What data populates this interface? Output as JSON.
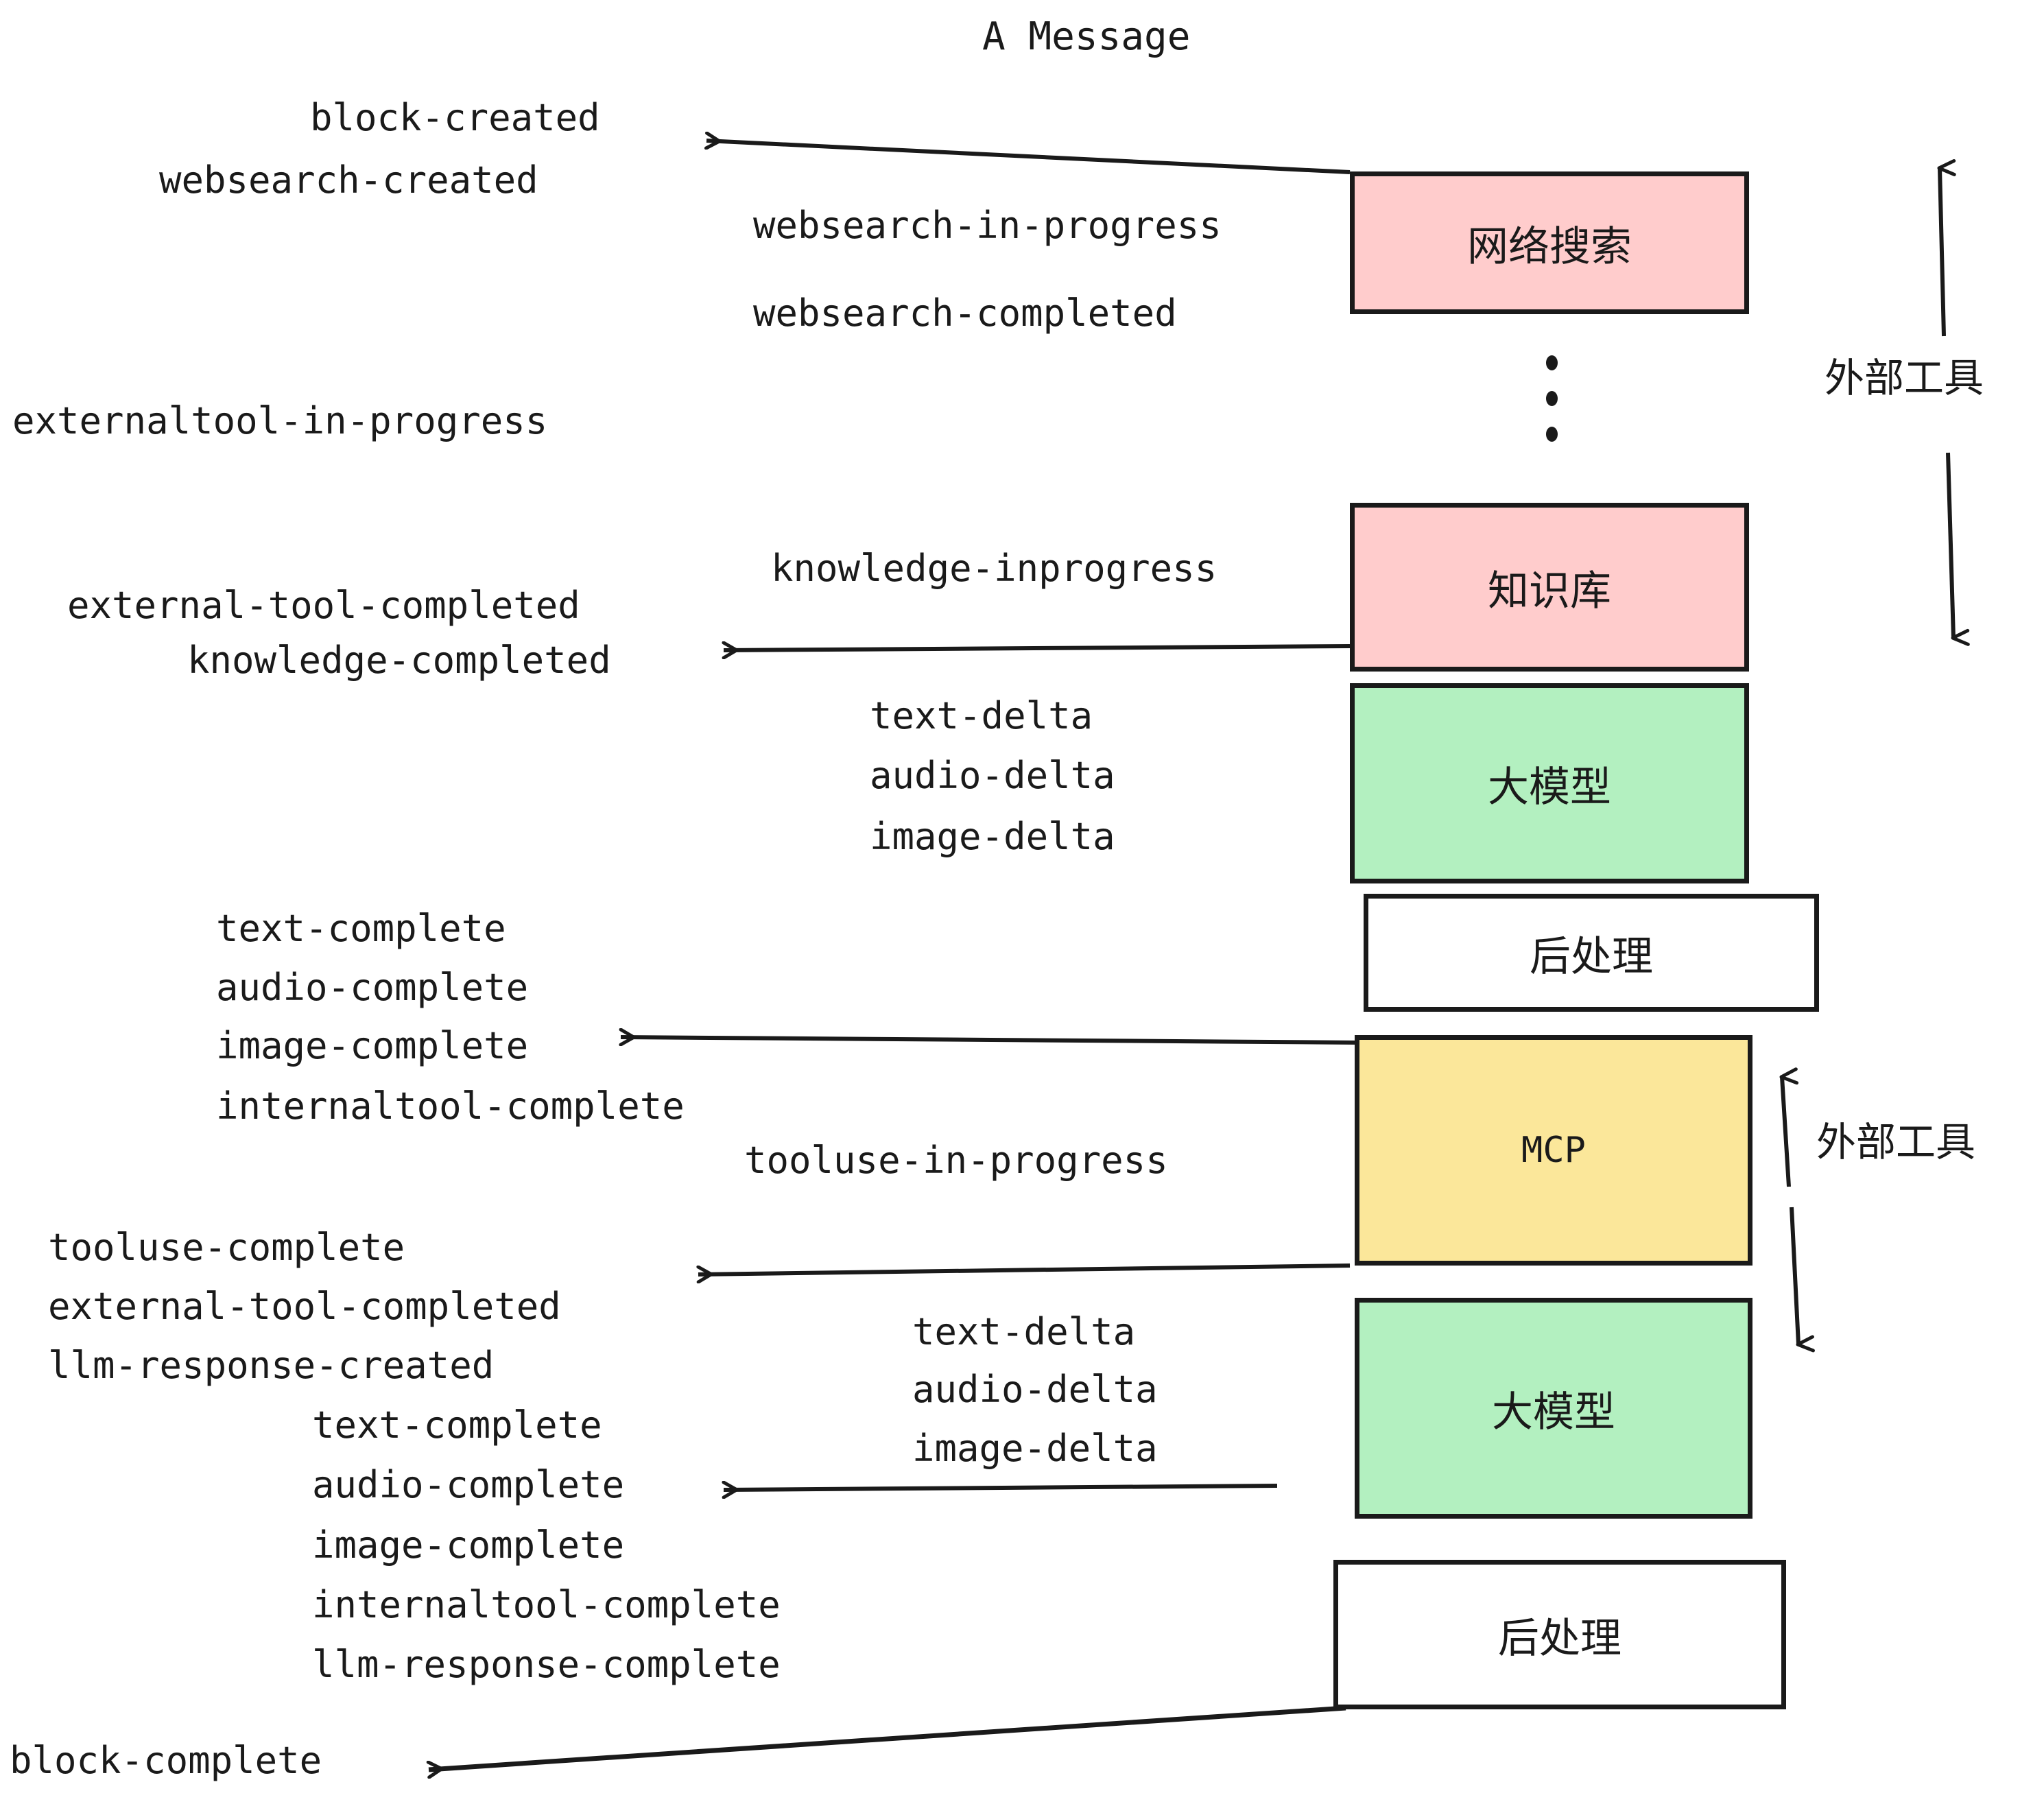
{
  "title": "A Message",
  "colors": {
    "external_tool_box": "#ffcccc",
    "llm_box": "#b3f0c0",
    "mcp_box": "#fbe79a",
    "postprocess_box": "#ffffff",
    "stroke": "#1a1a1a",
    "background": "#ffffff"
  },
  "boxes": [
    {
      "id": "websearch",
      "label": "网络搜索",
      "fill_key": "external_tool_box"
    },
    {
      "id": "knowledge",
      "label": "知识库",
      "fill_key": "external_tool_box"
    },
    {
      "id": "llm-upper",
      "label": "大模型",
      "fill_key": "llm_box"
    },
    {
      "id": "postprocess-upper",
      "label": "后处理",
      "fill_key": "postprocess_box"
    },
    {
      "id": "mcp",
      "label": "MCP",
      "fill_key": "mcp_box"
    },
    {
      "id": "llm-lower",
      "label": "大模型",
      "fill_key": "llm_box"
    },
    {
      "id": "postprocess-lower",
      "label": "后处理",
      "fill_key": "postprocess_box"
    }
  ],
  "side_annotations": [
    {
      "id": "external-tool-upper",
      "label": "外部工具"
    },
    {
      "id": "external-tool-lower",
      "label": "外部工具"
    }
  ],
  "events": {
    "block_created": "block-created",
    "websearch_created": "websearch-created",
    "websearch_in_progress": "websearch-in-progress",
    "websearch_completed": "websearch-completed",
    "externaltool_in_progress": "externaltool-in-progress",
    "knowledge_inprogress": "knowledge-inprogress",
    "external_tool_completed_1": "external-tool-completed",
    "knowledge_completed": "knowledge-completed",
    "text_delta_1": "text-delta",
    "audio_delta_1": "audio-delta",
    "image_delta_1": "image-delta",
    "text_complete_1": "text-complete",
    "audio_complete_1": "audio-complete",
    "image_complete_1": "image-complete",
    "internaltool_complete_1": "internaltool-complete",
    "tooluse_in_progress": "tooluse-in-progress",
    "tooluse_complete": "tooluse-complete",
    "external_tool_completed_2": "external-tool-completed",
    "llm_response_created": "llm-response-created",
    "text_delta_2": "text-delta",
    "audio_delta_2": "audio-delta",
    "image_delta_2": "image-delta",
    "text_complete_2": "text-complete",
    "audio_complete_2": "audio-complete",
    "image_complete_2": "image-complete",
    "internaltool_complete_2": "internaltool-complete",
    "llm_response_complete": "llm-response-complete",
    "block_complete": "block-complete"
  }
}
